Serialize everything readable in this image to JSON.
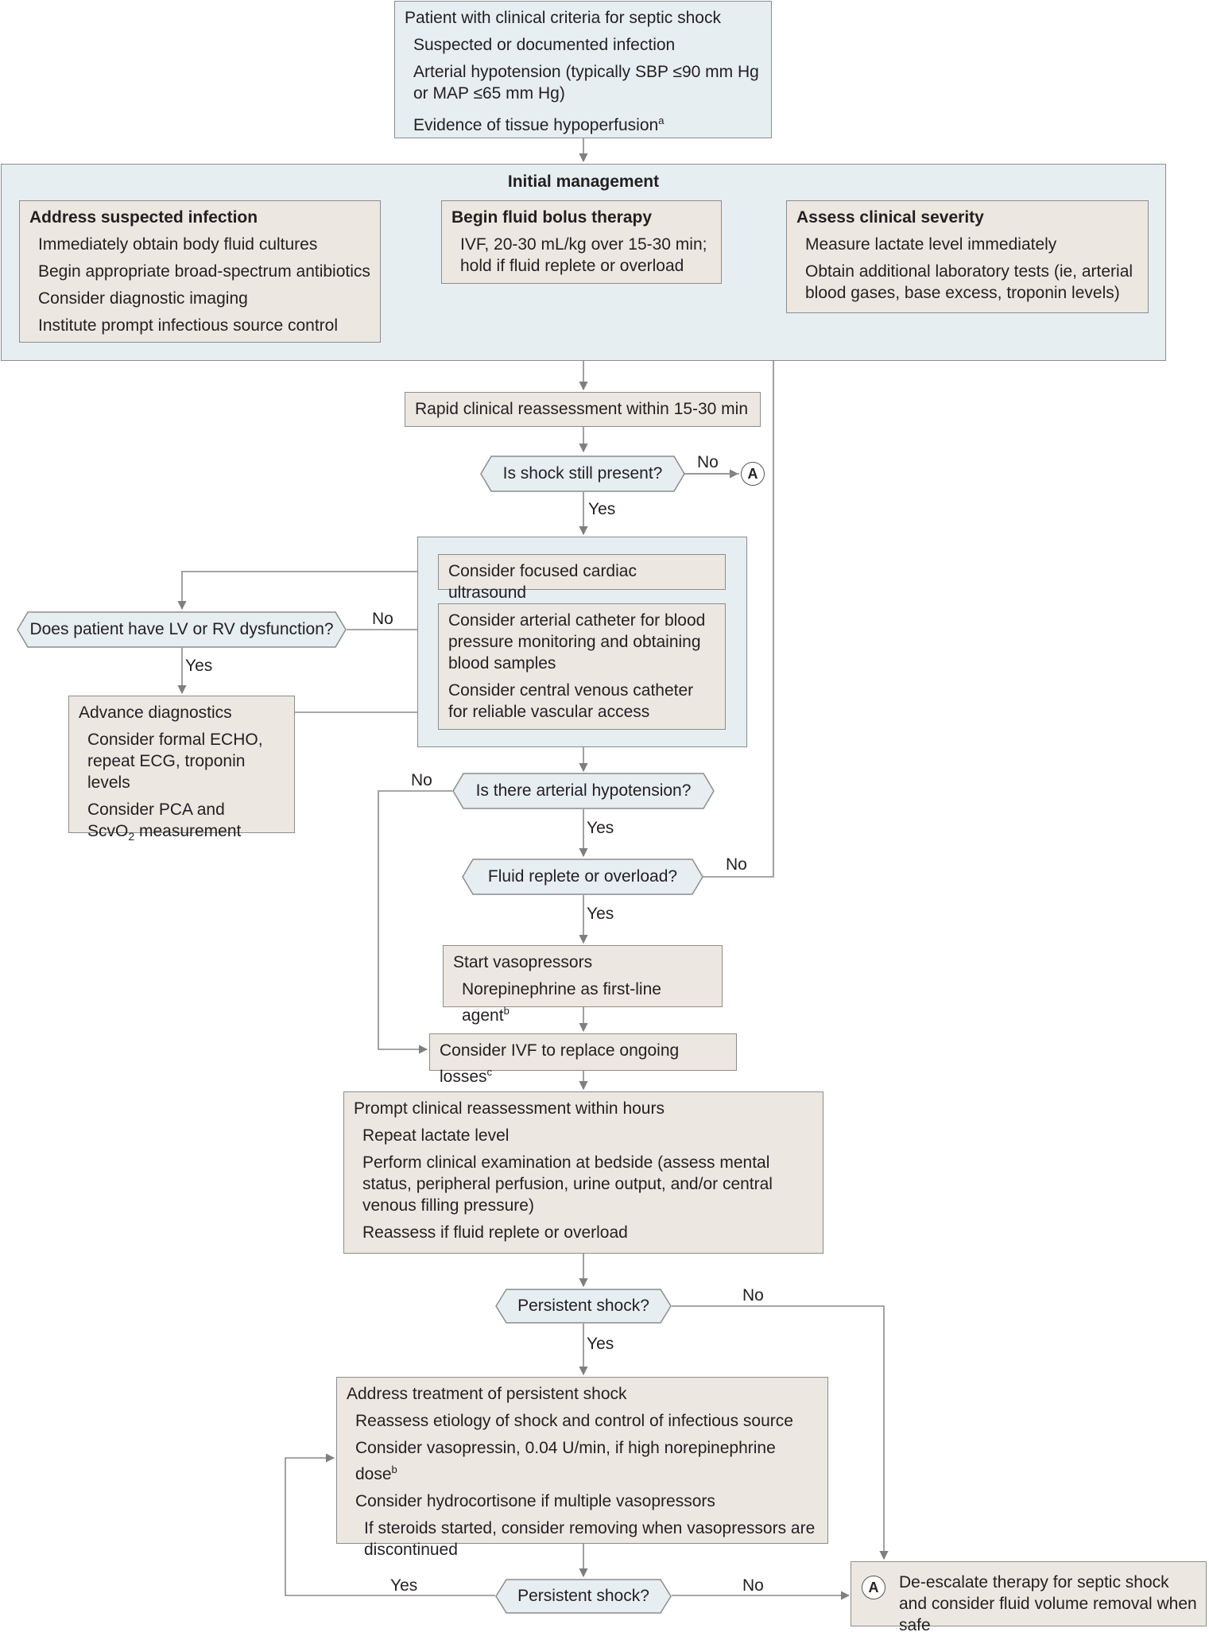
{
  "start": {
    "title": "Patient with clinical criteria for septic shock",
    "items": [
      "Suspected or documented infection",
      "Arterial hypotension (typically SBP ≤90 mm Hg or MAP ≤65 mm Hg)"
    ],
    "tissue_prefix": "Evidence of tissue hypoperfusion",
    "tissue_note": "a"
  },
  "initial": {
    "title": "Initial management",
    "infection": {
      "title": "Address suspected infection",
      "items": [
        "Immediately obtain body fluid cultures",
        "Begin appropriate broad-spectrum antibiotics",
        "Consider diagnostic imaging",
        "Institute prompt infectious source control"
      ]
    },
    "fluid": {
      "title": "Begin fluid bolus therapy",
      "items": [
        "IVF, 20-30 mL/kg over 15-30 min; hold if fluid replete or overload"
      ]
    },
    "severity": {
      "title": "Assess clinical severity",
      "items": [
        "Measure lactate level immediately",
        "Obtain additional laboratory tests (ie, arterial blood gases, base excess, troponin levels)"
      ]
    }
  },
  "reassess_rapid": "Rapid clinical reassessment within 15-30 min",
  "q_shock": "Is shock still present?",
  "q_lv": "Does patient have LV or RV dysfunction?",
  "cardiac_us": "Consider focused cardiac ultrasound",
  "catheters": [
    "Consider arterial catheter for blood pressure monitoring and obtaining blood samples",
    "Consider central venous catheter for reliable vascular access"
  ],
  "advance": {
    "title": "Advance diagnostics",
    "items": [
      "Consider formal ECHO, repeat ECG, troponin levels"
    ],
    "pca": "Consider PCA and",
    "scv_prefix": "ScvO",
    "scv_sub": "2",
    "scv_suffix": " measurement"
  },
  "q_hypotension": "Is there arterial hypotension?",
  "q_fluid": "Fluid replete or overload?",
  "vaso": {
    "title": "Start vasopressors",
    "item": "Norepinephrine as first-line agent",
    "note": "b"
  },
  "ivf": {
    "text": "Consider IVF to replace ongoing losses",
    "note": "c"
  },
  "prompt": {
    "title": "Prompt clinical reassessment within hours",
    "items": [
      "Repeat lactate level",
      "Perform clinical examination at bedside (assess mental status, peripheral perfusion, urine output, and/or central venous filling pressure)",
      "Reassess if fluid replete or overload"
    ]
  },
  "q_persistent_1": "Persistent shock?",
  "persistent": {
    "title": "Address treatment of persistent shock",
    "item1": "Reassess etiology of shock and control of infectious source",
    "item2": "Consider vasopressin, 0.04 U/min, if high norepinephrine dose",
    "item2_note": "b",
    "item3": "Consider hydrocortisone if multiple vasopressors",
    "sub": "If steroids started, consider removing when vasopressors are discontinued"
  },
  "q_persistent_2": "Persistent shock?",
  "deescalate": {
    "marker": "A",
    "text": "De-escalate therapy for septic shock and consider fluid volume removal when safe"
  },
  "connector_marker": "A",
  "labels": {
    "yes": "Yes",
    "no": "No"
  }
}
